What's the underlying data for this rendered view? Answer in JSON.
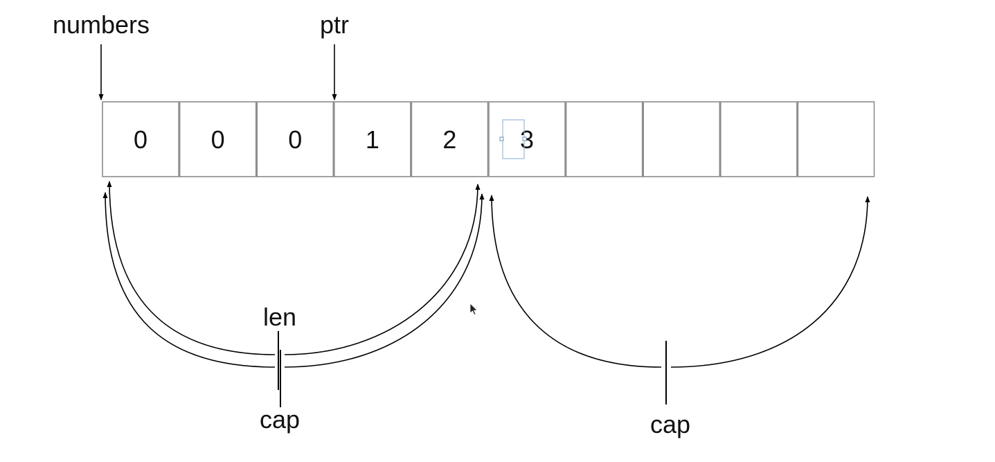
{
  "labels": {
    "numbers": "numbers",
    "ptr": "ptr",
    "len": "len",
    "cap_left": "cap",
    "cap_right": "cap"
  },
  "cells": [
    {
      "value": "0"
    },
    {
      "value": "0"
    },
    {
      "value": "0"
    },
    {
      "value": "1"
    },
    {
      "value": "2"
    },
    {
      "value": "3"
    },
    {
      "value": ""
    },
    {
      "value": ""
    },
    {
      "value": ""
    },
    {
      "value": ""
    }
  ],
  "colors": {
    "cell_border": "#8c8c8c",
    "ink": "#000000",
    "selection": "#9ab8e0"
  },
  "icons": {
    "cursor": "mouse-pointer-icon"
  }
}
